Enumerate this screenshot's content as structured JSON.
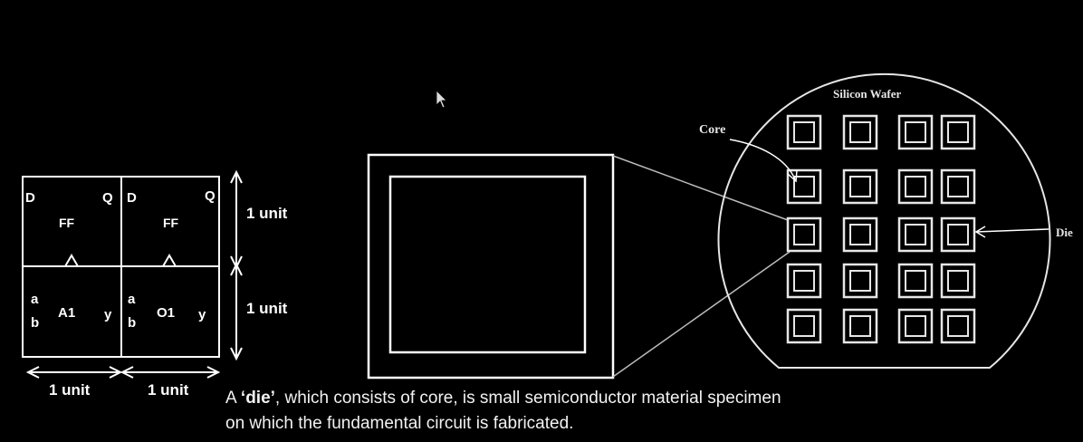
{
  "cells": {
    "ff1": {
      "d": "D",
      "q": "Q",
      "name": "FF"
    },
    "ff2": {
      "d": "D",
      "q": "Q",
      "name": "FF"
    },
    "and": {
      "a": "a",
      "b": "b",
      "name": "A1",
      "y": "y"
    },
    "or": {
      "a": "a",
      "b": "b",
      "name": "O1",
      "y": "y"
    }
  },
  "dimensions": {
    "height_top": "1 unit",
    "height_bottom": "1 unit",
    "width_left": "1 unit",
    "width_right": "1 unit"
  },
  "wafer": {
    "title": "Silicon Wafer",
    "core_label": "Core",
    "die_label": "Die"
  },
  "caption": {
    "prefix": "A ",
    "quote_open": "‘",
    "term": "die",
    "quote_close": "’",
    "rest": ", which consists of core, is small semiconductor material specimen on which the fundamental circuit is fabricated."
  }
}
